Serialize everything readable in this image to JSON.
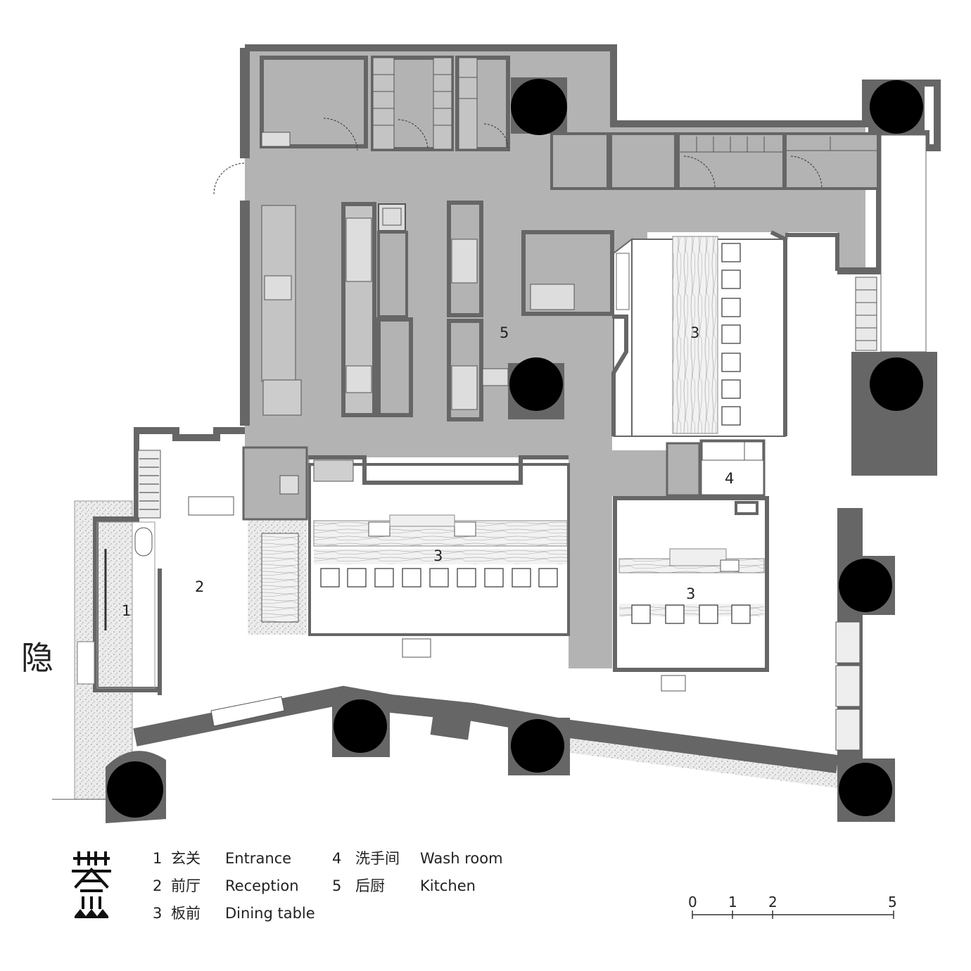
{
  "side_character": "隐",
  "room_labels": [
    {
      "id": "1",
      "text": "1"
    },
    {
      "id": "2",
      "text": "2"
    },
    {
      "id": "3a",
      "text": "3"
    },
    {
      "id": "3b",
      "text": "3"
    },
    {
      "id": "3c",
      "text": "3"
    },
    {
      "id": "4",
      "text": "4"
    },
    {
      "id": "5",
      "text": "5"
    }
  ],
  "legend": [
    {
      "num": "1",
      "cn": "玄关",
      "en": "Entrance"
    },
    {
      "num": "2",
      "cn": "前厅",
      "en": "Reception"
    },
    {
      "num": "3",
      "cn": "板前",
      "en": "Dining table"
    },
    {
      "num": "4",
      "cn": "洗手间",
      "en": "Wash room"
    },
    {
      "num": "5",
      "cn": "后厨",
      "en": "Kitchen"
    }
  ],
  "scale_bar": {
    "ticks": [
      "0",
      "1",
      "2",
      "5"
    ]
  },
  "colors": {
    "wall": "#666666",
    "floor": "#b3b3b3",
    "column": "#000000",
    "white": "#ffffff",
    "gravel": "#e6e6e6"
  }
}
